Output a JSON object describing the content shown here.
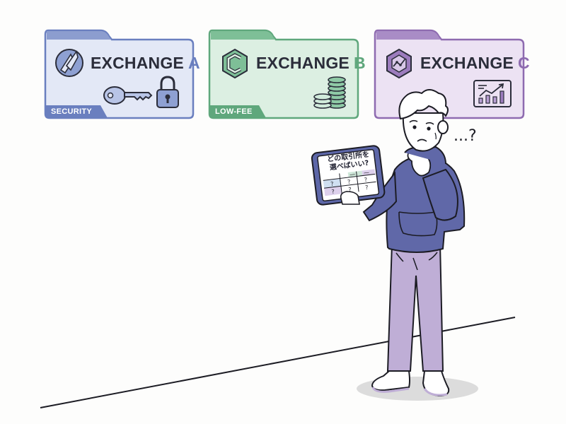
{
  "scene": {
    "background": "#fdfdfc",
    "thought_mark": "...?"
  },
  "exchanges": [
    {
      "name": "EXCHANGE",
      "letter": "A",
      "tag": "SECURITY",
      "color": "#6a7fbf",
      "fill": "#e3e8f6",
      "tab_fill": "#8c9dcf",
      "icons": [
        "logo-swirl-icon",
        "key-icon",
        "lock-icon"
      ]
    },
    {
      "name": "EXCHANGE",
      "letter": "B",
      "tag": "LOW-FEE",
      "color": "#5fa77c",
      "fill": "#dcefe2",
      "tab_fill": "#7ebf97",
      "icons": [
        "logo-hexagon-c-icon",
        "coins-icon"
      ]
    },
    {
      "name": "EXCHANGE",
      "letter": "C",
      "tag": "",
      "color": "#8e6bb0",
      "fill": "#ece2f3",
      "tab_fill": "#a98cc6",
      "icons": [
        "logo-hexagon-chart-icon",
        "growth-chart-icon"
      ]
    }
  ],
  "tablet": {
    "question_line1": "どの取引所を",
    "question_line2": "選べばいい?",
    "grid_header": [
      "",
      "—",
      "—"
    ],
    "grid_rows": [
      [
        "?",
        "?",
        "?"
      ],
      [
        "?",
        "?",
        "?"
      ]
    ]
  },
  "person": {
    "hoodie_color": "#6068a8",
    "pants_color": "#bfaed6",
    "expression": "confused"
  }
}
